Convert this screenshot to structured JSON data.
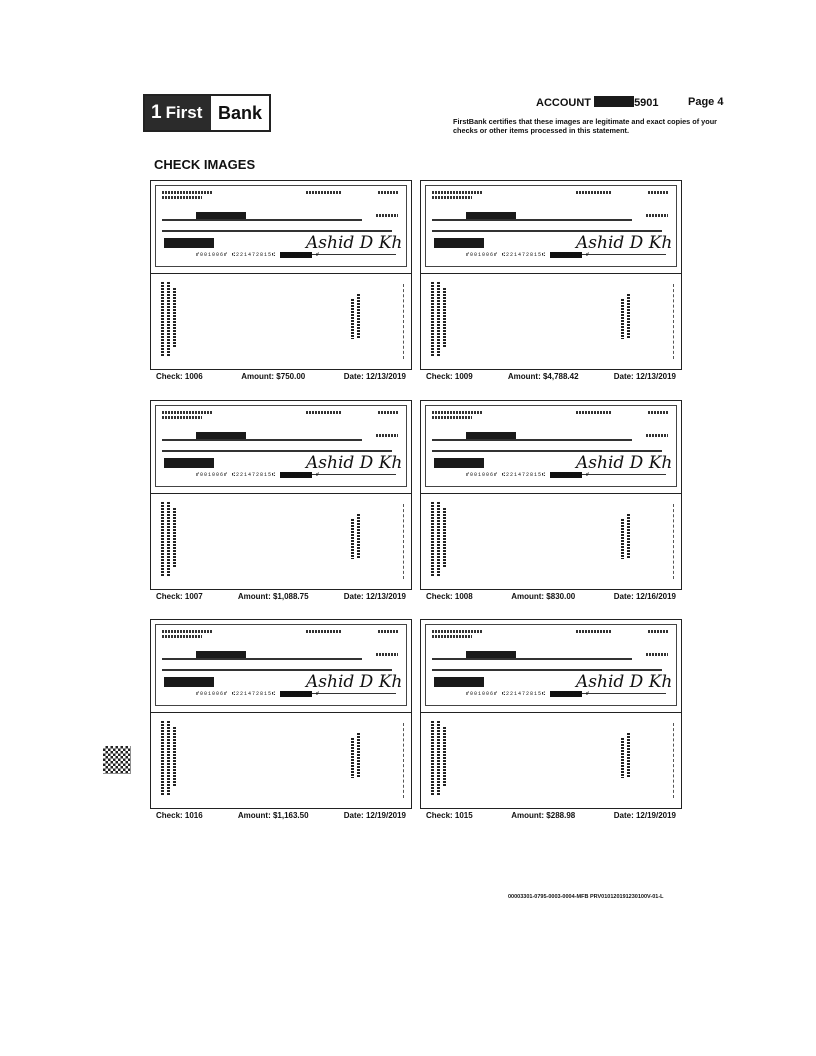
{
  "header": {
    "logo_number": "1",
    "logo_first": "First",
    "logo_bank": "Bank",
    "account_label": "ACCOUNT",
    "account_suffix": "5901",
    "page_label": "Page 4",
    "certification": "FirstBank certifies that these images are legitimate and exact copies of your checks or other items processed in this statement."
  },
  "section_title": "CHECK IMAGES",
  "checks": [
    {
      "check": "Check: 1006",
      "amount": "Amount: $750.00",
      "date": "Date: 12/13/2019"
    },
    {
      "check": "Check: 1009",
      "amount": "Amount: $4,788.42",
      "date": "Date: 12/13/2019"
    },
    {
      "check": "Check: 1007",
      "amount": "Amount: $1,088.75",
      "date": "Date: 12/13/2019"
    },
    {
      "check": "Check: 1008",
      "amount": "Amount: $830.00",
      "date": "Date: 12/16/2019"
    },
    {
      "check": "Check: 1016",
      "amount": "Amount: $1,163.50",
      "date": "Date: 12/19/2019"
    },
    {
      "check": "Check: 1015",
      "amount": "Amount: $288.98",
      "date": "Date: 12/19/2019"
    }
  ],
  "footer_code": "00003301-0795-0003-0004-MFB PRV010120191230100V-01-L"
}
